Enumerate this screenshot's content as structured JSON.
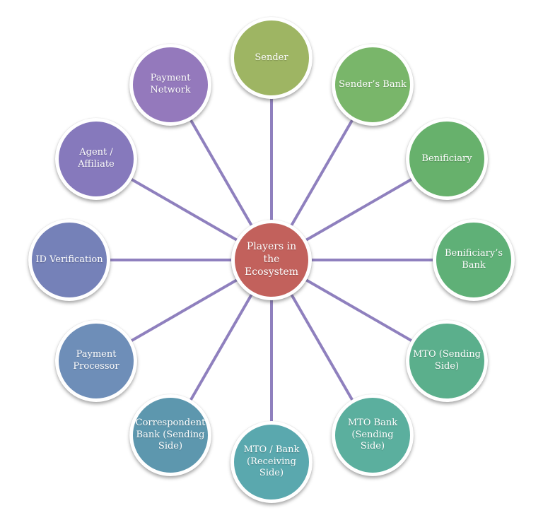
{
  "diagram": {
    "title": "Players in the Ecosystem radial diagram",
    "line_color": "#8F80BE",
    "center": {
      "label": "Players in the Ecosystem",
      "color": "#C2615C"
    },
    "nodes": [
      {
        "label": "Sender",
        "color": "#9EB563"
      },
      {
        "label": "Sender’s Bank",
        "color": "#79B66A"
      },
      {
        "label": "Benificiary",
        "color": "#67B16C"
      },
      {
        "label": "Benificiary’s Bank",
        "color": "#5FB077"
      },
      {
        "label": "MTO (Sending Side)",
        "color": "#5BAF8C"
      },
      {
        "label": "MTO Bank (Sending Side)",
        "color": "#5BAF9E"
      },
      {
        "label": "MTO / Bank (Receiving Side)",
        "color": "#5AA8AE"
      },
      {
        "label": "Correspondent Bank (Sending Side)",
        "color": "#5D97AE"
      },
      {
        "label": "Payment Processor",
        "color": "#6E8EB8"
      },
      {
        "label": "ID Verification",
        "color": "#7581B8"
      },
      {
        "label": "Agent / Affiliate",
        "color": "#8679BC"
      },
      {
        "label": "Payment Network",
        "color": "#9479BC"
      }
    ]
  }
}
